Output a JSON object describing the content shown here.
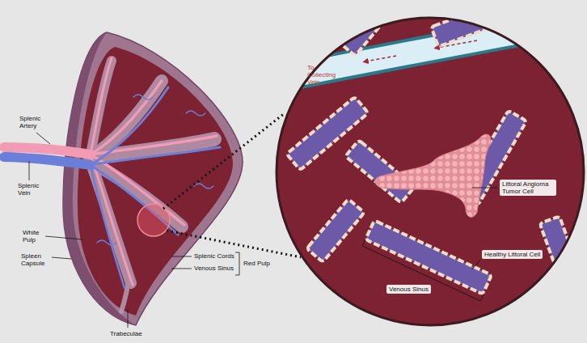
{
  "diagram": {
    "labels": [
      "Splenic Artery",
      "Splenic Vein",
      "White Pulp",
      "Spleen Capsule",
      "Trabeculae",
      "Splenic Cords",
      "Venous Sinus",
      "Red Pulp",
      "To Collecting Vein",
      "Littoral Angioma Tumor Cell",
      "Healthy Littoral Cell",
      "Venous Sinus"
    ]
  }
}
